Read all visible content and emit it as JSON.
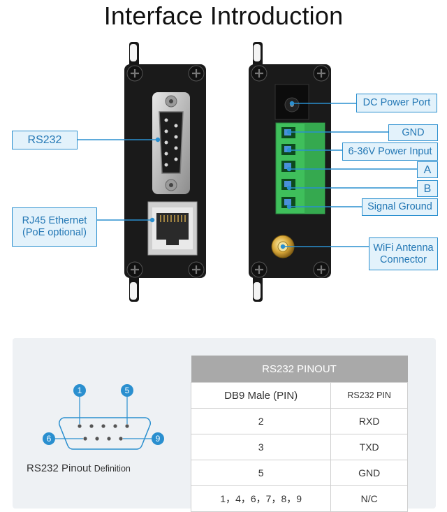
{
  "title": "Interface Introduction",
  "labels": {
    "rs232": "RS232",
    "rj45_line1": "RJ45 Ethernet",
    "rj45_line2": "(PoE optional)",
    "dc_power": "DC Power Port",
    "gnd": "GND",
    "power_input": "6-36V Power Input",
    "a": "A",
    "b": "B",
    "signal_ground": "Signal Ground",
    "wifi_line1": "WiFi Antenna",
    "wifi_line2": "Connector"
  },
  "pinout_diagram": {
    "caption_main": "RS232 Pinout ",
    "caption_small": "Definition",
    "pins": [
      "1",
      "5",
      "6",
      "9"
    ]
  },
  "pinout_table": {
    "title": "RS232 PINOUT",
    "col1": "DB9 Male (PIN)",
    "col2": "RS232 PIN",
    "rows": [
      {
        "pin": "2",
        "signal": "RXD"
      },
      {
        "pin": "3",
        "signal": "TXD"
      },
      {
        "pin": "5",
        "signal": "GND"
      },
      {
        "pin": "1，4，6，7，8，9",
        "signal": "N/C"
      }
    ]
  },
  "colors": {
    "accent": "#2a8fcf",
    "label_bg": "#e3f2fb",
    "terminal_green": "#3fbf5b",
    "table_header": "#a9a9a9",
    "panel_bg": "#eef1f4"
  }
}
